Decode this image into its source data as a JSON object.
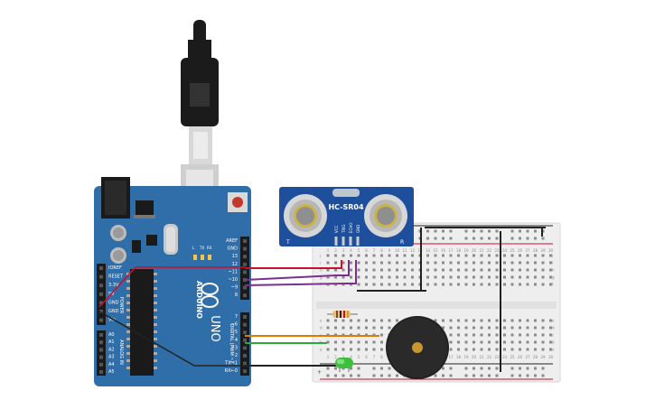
{
  "colors": {
    "arduino_board": "#2f6ea9",
    "sensor_board": "#1e4f9c",
    "breadboard": "#eeeeee",
    "wire_red": "#c8102e",
    "wire_purple": "#7b2f8f",
    "wire_orange": "#e07b00",
    "wire_green": "#2ea83a",
    "wire_black": "#222222",
    "buzzer": "#222222",
    "led": "#3fbf3f"
  },
  "arduino": {
    "brand": "ARDUINO",
    "model": "UNO",
    "power_header": "POWER",
    "analog_header": "ANALOG IN",
    "digital_header": "DIGITAL (PWM ~)",
    "top_pins": [
      "AREF",
      "GND",
      "13",
      "12",
      "~11",
      "~10",
      "~9",
      "8"
    ],
    "bottom_pins": [
      "7",
      "~6",
      "~5",
      "4",
      "~3",
      "2",
      "TX→1",
      "RX←0"
    ],
    "power_pins": [
      "IOREF",
      "RESET",
      "3.3V",
      "5V",
      "GND",
      "GND",
      "Vin"
    ],
    "analog_pins": [
      "A0",
      "A1",
      "A2",
      "A3",
      "A4",
      "A5"
    ],
    "leds": [
      "L",
      "TX",
      "RX"
    ]
  },
  "sensor": {
    "label": "HC-SR04",
    "pins": [
      "VCC",
      "TRIG",
      "ECHO",
      "GND"
    ],
    "left_mark": "T",
    "right_mark": "R"
  },
  "breadboard": {
    "col_numbers": [
      "1",
      "2",
      "3",
      "4",
      "5",
      "6",
      "7",
      "8",
      "9",
      "10",
      "11",
      "12",
      "13",
      "14",
      "15",
      "16",
      "17",
      "18",
      "19",
      "20",
      "21",
      "22",
      "23",
      "24",
      "25",
      "26",
      "27",
      "28",
      "29",
      "30"
    ],
    "rows_top": [
      "j",
      "i",
      "h",
      "g",
      "f"
    ],
    "rows_bottom": [
      "e",
      "d",
      "c",
      "b",
      "a"
    ]
  }
}
